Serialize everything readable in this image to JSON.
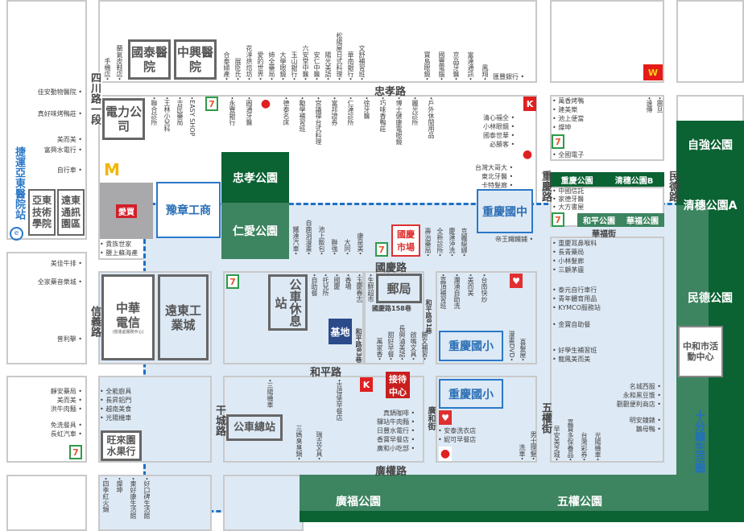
{
  "roads": {
    "sichuan": "四川路一段",
    "zhongxiao": "忠孝路",
    "chongqing": "重慶路",
    "minde": "民德路",
    "guoqing": "國慶路",
    "xinyi": "信義路",
    "heping": "和平路",
    "gancheng": "干城路",
    "guanghe": "廣和街",
    "wuquan": "五權街",
    "guangquan": "廣權路",
    "huafu": "華福街",
    "guoqing158": "國慶路158巷",
    "heping_lane": "和平路81巷",
    "heping_lane2": "和平路83巷"
  },
  "landmarks": {
    "cathay": "國泰醫院",
    "zhongxing": "中興醫院",
    "power": "電力公司",
    "oit": "亞東技術學院",
    "fe_park": "遠東通訊園區",
    "cht": "中華電信",
    "cht_sub": "(營運處服務中心)",
    "fe_ind": "遠東工業城",
    "bus_rest": "公車休息站",
    "post": "郵局",
    "base": "基地",
    "bus_terminal": "公車總站",
    "fruit": "旺來園水果行",
    "market": "國慶市場",
    "reception": "接待中心",
    "activity": "中和市活動中心",
    "mrt": "捷運亞東醫院站",
    "amart": "愛買"
  },
  "schools": {
    "yuzhang": "豫章工商",
    "cq_junior": "重慶國中",
    "cq_elem1": "重慶國小",
    "cq_elem2": "重慶國小"
  },
  "parks": {
    "zhongxiao": "忠孝公園",
    "renai": "仁愛公園",
    "chongqing": "重慶公園",
    "qingsui_b": "清穗公園B",
    "heping": "和平公園",
    "huafu": "華福公園",
    "ziqiang": "自強公園",
    "qingsui_a": "清穗公園A",
    "minde": "民德公園",
    "guangfu": "廣福公園",
    "wuquan": "五權公園",
    "ten_min": "十分鐘生活圈"
  },
  "icons": {
    "seven": "7-eleven-icon",
    "circlek": "circle-k-icon",
    "hilife": "hi-life-icon",
    "mcd": "mcdonalds-icon",
    "watsons": "w-icon",
    "ball": "pizza-hut-icon"
  },
  "pois": {
    "top_a": [
      "手機店",
      "蘭氣皮鞋店"
    ],
    "top_b": [
      "合泰婦產",
      "展臣氏",
      "花淳烘焙坊",
      "愛的世界",
      "姉全藥局",
      "大學眼鏡",
      "玉山銀行",
      "六安堂中醫",
      "安仁中醫",
      "陽光美語",
      "松陽屋日式料理",
      "華南銀行",
      "文舒補習班"
    ],
    "top_c": [
      "寶島眼鏡",
      "國豐電腦",
      "京品牙醫",
      "富達通訊",
      "鳳翔"
    ],
    "top_bank": "匯豐銀行",
    "row2_a": [
      "聯合診所",
      "王林小兒科",
      "吉民藥局",
      "EASY SHOP"
    ],
    "row2_b": [
      "永豐銀行",
      "圓通牙醫"
    ],
    "row2_c": [
      "德泰名床",
      "勵學補習班",
      "宮議禪台式料理",
      "富邦證券",
      "仁達診所",
      "徐牙醫",
      "巧味香鴨莊",
      "博士健康電眼鏡",
      "麗光診所",
      "戶外休閒用品"
    ],
    "row2_right": [
      "清心福全",
      "小林眼鏡",
      "國泰世華",
      "必勝客"
    ],
    "row2_right2": [
      "台灣大哥大",
      "東北牙醫",
      "卡特髮廊"
    ],
    "left_1": [
      "佳安動物醫院",
      "真好味烤鴨莊"
    ],
    "left_2": [
      "美而美",
      "富興水電行"
    ],
    "left_3": [
      "自行車"
    ],
    "left_4": [
      "美佳牛排",
      "全家藥音樂城"
    ],
    "left_5": [
      "普利擊"
    ],
    "left_6": [
      "靜安藥局",
      "美而美",
      "洪牛肉麵"
    ],
    "left_7": [
      "免洗餐具",
      "長虹汽車"
    ],
    "col2_a": [
      "貴族世家",
      "鹽上蘇海產"
    ],
    "col2_b": [
      "全能廚具",
      "長昇鋁門",
      "越南美食",
      "光陽機車"
    ],
    "col2_c": [
      "四季紅火鍋",
      "燦坤",
      "東好康生活館",
      "好口碑生活館"
    ],
    "renai_side": [
      "鐵達汽車",
      "自鹿洞漫畫",
      "池上飯包",
      "聯強",
      "大同",
      "康是美"
    ],
    "market_side": [
      "壽治藥局",
      "全新診所",
      "慶達沖洗",
      "克麗緹娜"
    ],
    "emperor": "帝王鐵鐵鋪",
    "blk3_a": [
      "自助餐",
      "托兒所",
      "國慶",
      "香場",
      "玉慶春志",
      "生鮮超市"
    ],
    "blk3_b": [
      "萬家香",
      "甜好早餐",
      "長興滷美語",
      "啟鳴文具",
      "勝文補習"
    ],
    "blk3_c": [
      "嘉頂補習班",
      "瀾湧自助洗",
      "美而美",
      "台南快炒"
    ],
    "blk3_d": [
      "漫畫DVD",
      "喜髮屋"
    ],
    "blk4_a": [
      "三陽機車",
      "吉得堡早餐店"
    ],
    "blk4_b": [
      "三媽臭臭鍋",
      "瑞吉文具"
    ],
    "blk4_c": [
      "真鍋咖啡",
      "驛站牛肉麵",
      "日豐水電行",
      "香寶早餐店",
      "廣和小吃部"
    ],
    "blk4_d": [
      "安泰洗衣店",
      "妮可早餐店"
    ],
    "blk4_e": [
      "洗車",
      "男士理髮"
    ],
    "rt_top": [
      "萬香烤鴨",
      "建美樂",
      "池上便當",
      "燦坤"
    ],
    "rt_top2": [
      "全國電子"
    ],
    "rt_top_v": [
      "遠傳",
      "震旦"
    ],
    "rt_cq": [
      "中國信託",
      "家德牙醫",
      "大方書屋"
    ],
    "rt_tall": [
      "重慶耳鼻喉科",
      "長青藥局",
      "小林髮廊",
      "三顧茅廬"
    ],
    "rt_tall2": [
      "泰元自行車行",
      "青年體育用品",
      "KYMCO服務站"
    ],
    "rt_tall3": [
      "金寶自助餐"
    ],
    "rt_tall4": [
      "好學生補習班",
      "龍鳳美而美"
    ],
    "rt_tall_r": [
      "名城西服",
      "永和黑豆漿",
      "觀觀便利商店"
    ],
    "rt_tall_r2": [
      "明安鐘錶",
      "鵝母鴨"
    ],
    "rt_tall_v": [
      "早安美芝城",
      "嘉寶多保養品",
      "台灣彩券",
      "光陽機車"
    ],
    "post_office_side": [
      "郵局"
    ]
  }
}
